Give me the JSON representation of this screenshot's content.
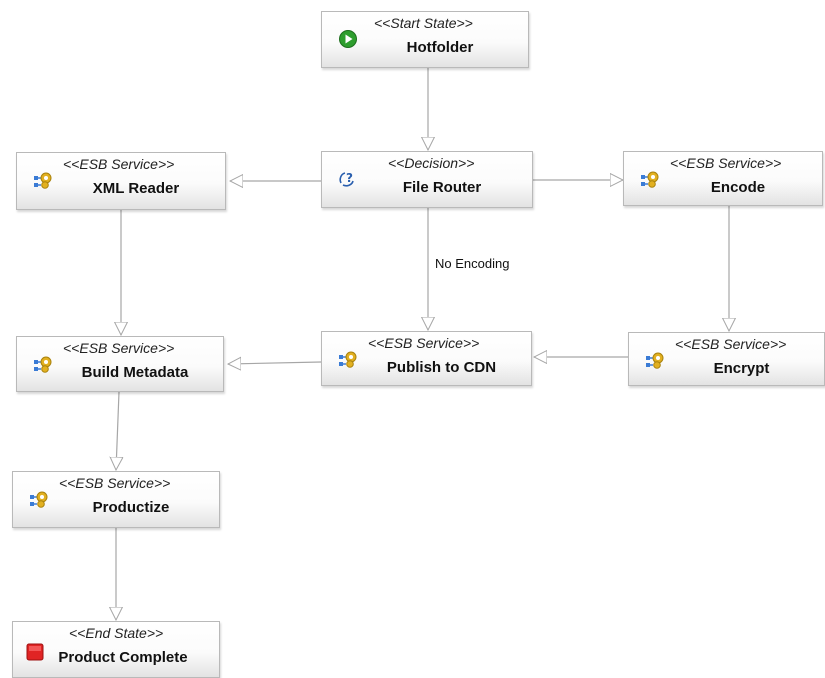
{
  "nodes": {
    "hotfolder": {
      "stereotype": "<<Start State>>",
      "label": "Hotfolder",
      "kind": "start"
    },
    "file_router": {
      "stereotype": "<<Decision>>",
      "label": "File Router",
      "kind": "decision"
    },
    "xml_reader": {
      "stereotype": "<<ESB Service>>",
      "label": "XML Reader",
      "kind": "service"
    },
    "encode": {
      "stereotype": "<<ESB Service>>",
      "label": "Encode",
      "kind": "service"
    },
    "build_metadata": {
      "stereotype": "<<ESB Service>>",
      "label": "Build Metadata",
      "kind": "service"
    },
    "publish_to_cdn": {
      "stereotype": "<<ESB Service>>",
      "label": "Publish to CDN",
      "kind": "service"
    },
    "encrypt": {
      "stereotype": "<<ESB Service>>",
      "label": "Encrypt",
      "kind": "service"
    },
    "productize": {
      "stereotype": "<<ESB Service>>",
      "label": "Productize",
      "kind": "service"
    },
    "product_complete": {
      "stereotype": "<<End State>>",
      "label": "Product Complete",
      "kind": "end"
    }
  },
  "edges": [
    {
      "from": "hotfolder",
      "to": "file_router"
    },
    {
      "from": "file_router",
      "to": "xml_reader"
    },
    {
      "from": "file_router",
      "to": "encode"
    },
    {
      "from": "file_router",
      "to": "publish_to_cdn",
      "label": "No Encoding"
    },
    {
      "from": "xml_reader",
      "to": "build_metadata"
    },
    {
      "from": "encode",
      "to": "encrypt"
    },
    {
      "from": "encrypt",
      "to": "publish_to_cdn"
    },
    {
      "from": "publish_to_cdn",
      "to": "build_metadata"
    },
    {
      "from": "build_metadata",
      "to": "productize"
    },
    {
      "from": "productize",
      "to": "product_complete"
    }
  ],
  "colors": {
    "edge": "#a6a6a6",
    "start_icon": "#2e9e2e",
    "end_icon": "#e02424",
    "decision_icon": "#2a5fae",
    "service_icon": "#e2b020"
  }
}
